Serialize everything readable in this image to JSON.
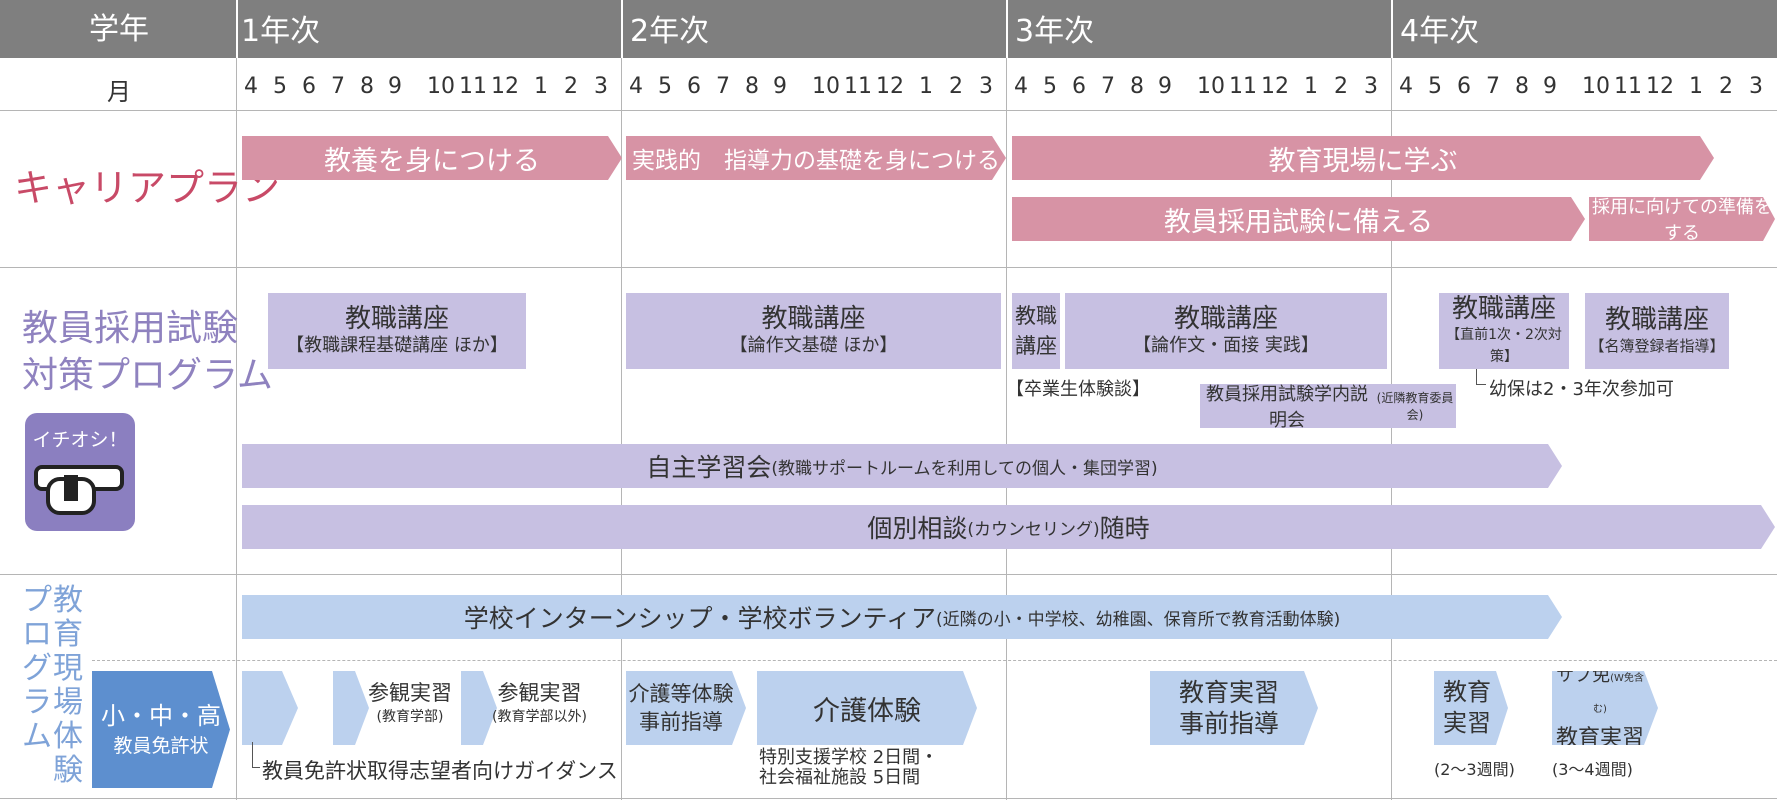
{
  "header": {
    "grade_label": "学年",
    "month_label": "月",
    "years": [
      "1年次",
      "2年次",
      "3年次",
      "4年次"
    ],
    "months": [
      "4",
      "5",
      "6",
      "7",
      "8",
      "9",
      "10",
      "11",
      "12",
      "1",
      "2",
      "3"
    ]
  },
  "career": {
    "title": "キャリアプラン",
    "bars": [
      "教養を身につける",
      "実践的　指導力の基礎を身につける",
      "教育現場に学ぶ",
      "教員採用試験に備える",
      "採用に向けての準備をする"
    ]
  },
  "exam": {
    "title_line1": "教員採用試験",
    "title_line2": "対策プログラム",
    "badge_text": "イチオシ！",
    "courses": [
      {
        "title": "教職講座",
        "sub": "【教職課程基礎講座 ほか】"
      },
      {
        "title": "教職講座",
        "sub": "【論作文基礎 ほか】"
      },
      {
        "title": "教職\n講座",
        "sub": ""
      },
      {
        "title": "教職講座",
        "sub": "【論作文・面接 実践】"
      },
      {
        "title": "教職講座",
        "sub": "【直前1次・2次対策】"
      },
      {
        "title": "教職講座",
        "sub": "【名簿登録者指導】"
      }
    ],
    "note_graduate": "【卒業生体験談】",
    "note_youho": "幼保は2・3年次参加可",
    "briefing_main": "教員採用試験学内説明会",
    "briefing_sub": "(近隣教育委員会)",
    "study_main": "自主学習会",
    "study_sub": "(教職サポートルームを利用しての個人・集団学習)",
    "consult_main1": "個別相談",
    "consult_sub": "(カウンセリング)",
    "consult_main2": "随時"
  },
  "field": {
    "title_col1": "プログラム",
    "title_col2": "教育現場体験",
    "license_line1": "小・中・高",
    "license_line2": "教員免許状",
    "internship_main": "学校インターンシップ・学校ボランティア",
    "internship_sub": "(近隣の小・中学校、幼稚園、保育所で教育活動体験)",
    "visit1_main": "参観実習",
    "visit1_sub": "(教育学部)",
    "visit2_main": "参観実習",
    "visit2_sub": "(教育学部以外)",
    "guidance_note": "教員免許状取得志望者向けガイダンス",
    "care_pre_line1": "介護等体験",
    "care_pre_line2": "事前指導",
    "care": "介護体験",
    "care_note_line1": "特別支援学校 2日間・",
    "care_note_line2": "社会福祉施設 5日間",
    "practice_pre_line1": "教育実習",
    "practice_pre_line2": "事前指導",
    "practice_line1": "教育",
    "practice_line2": "実習",
    "practice_note": "(2〜3週間)",
    "sub_label": "サブ免",
    "sub_label_small": "(W免含む)",
    "sub_practice": "教育実習",
    "sub_note": "(3〜4週間)"
  },
  "colors": {
    "header_bg": "#7f7f7f",
    "career_pink": "#d793a5",
    "career_title": "#c84a67",
    "exam_lavender": "#c7c0e2",
    "exam_title": "#8f82bf",
    "badge_purple": "#8b7fc0",
    "field_blue": "#bcd1ee",
    "field_title": "#7fa3d8",
    "license_blue": "#5d8fcf"
  }
}
